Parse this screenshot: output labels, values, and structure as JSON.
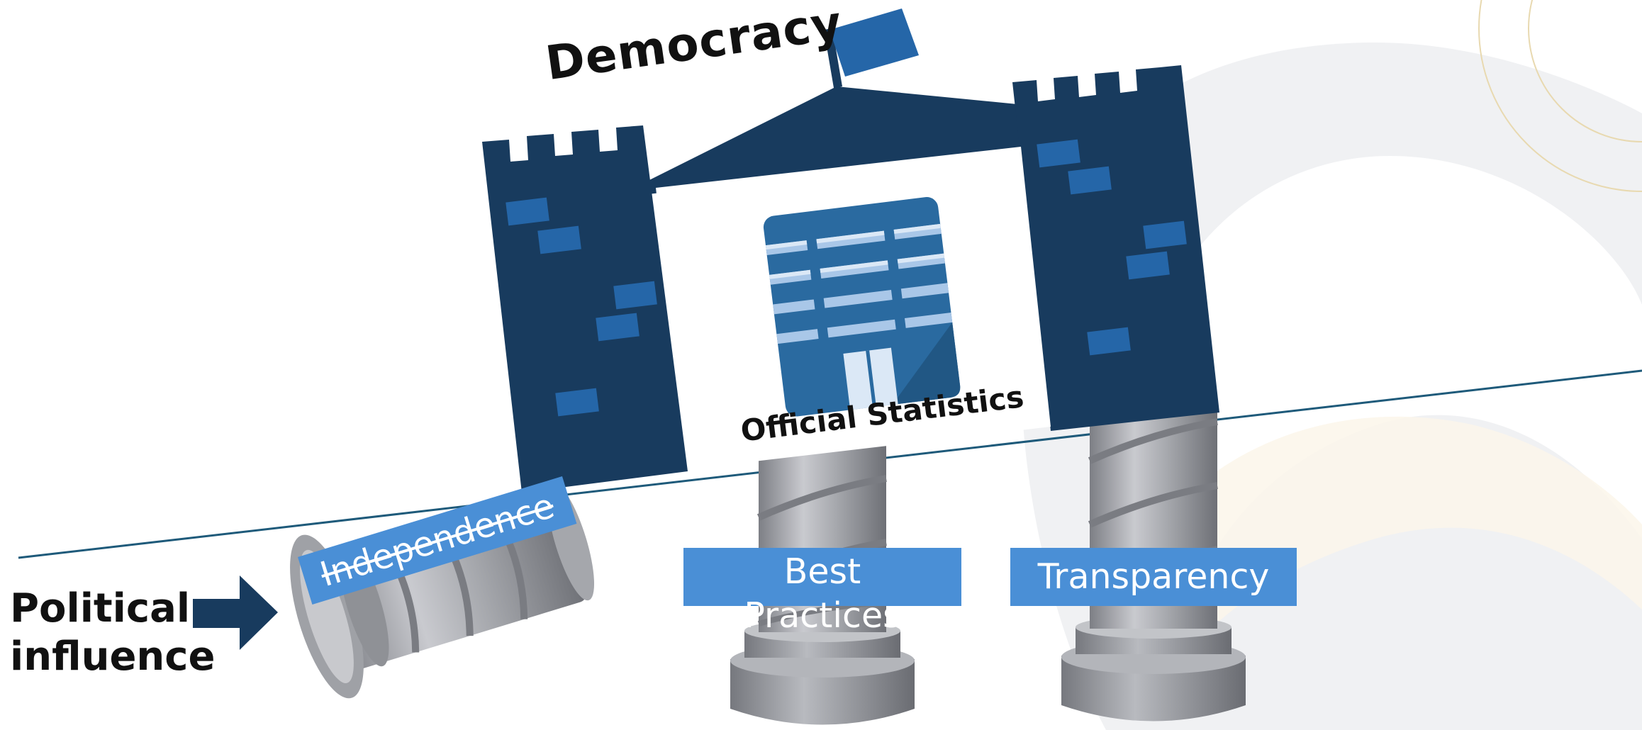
{
  "labels": {
    "democracy": "Democracy",
    "official_statistics": "Official Statistics",
    "independence": "Independence",
    "best_practices": "Best Practices",
    "transparency": "Transparency",
    "political_influence": "Political influence"
  },
  "colors": {
    "castle_navy": "#183b5e",
    "window_blue": "#2566a8",
    "flag_blue": "#2566a8",
    "label_box_blue": "#4a8fd6",
    "line_teal": "#1e5a7a",
    "background_swirl": "#f0f1f3",
    "ring_gold": "#e8d9b0",
    "pillar_grey": "#9a9ca2"
  },
  "icons": [
    "castle-icon",
    "flag-icon",
    "office-building-icon",
    "twisted-column-icon",
    "fallen-column-icon",
    "right-arrow-icon",
    "strikethrough-mark"
  ]
}
